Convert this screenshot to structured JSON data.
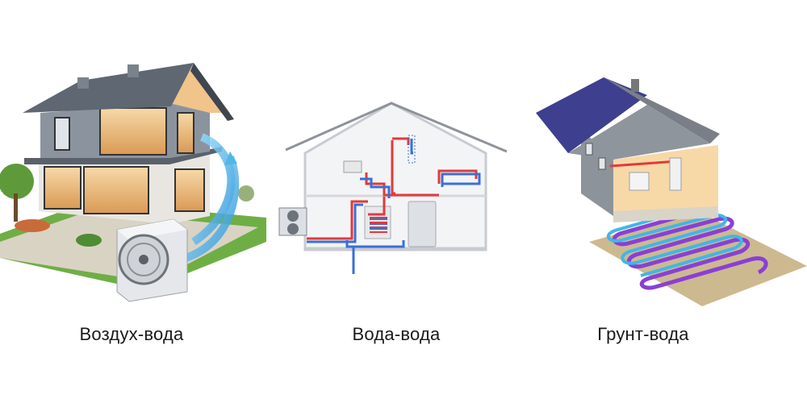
{
  "items": [
    {
      "label": "Воздух-вода",
      "icon": "air-to-water-house-icon"
    },
    {
      "label": "Вода-вода",
      "icon": "water-to-water-schematic-icon"
    },
    {
      "label": "Грунт-вода",
      "icon": "ground-to-water-house-icon"
    }
  ],
  "colors": {
    "hot_pipe": "#e23a3a",
    "cold_pipe": "#3a6fd8",
    "air_flow": "#4fb8e8",
    "ground_loop_outer": "#8a3fd6",
    "ground_loop_inner": "#3fb7e8",
    "roof_dark": "#4c5460",
    "solar_roof": "#3e3f8e"
  }
}
